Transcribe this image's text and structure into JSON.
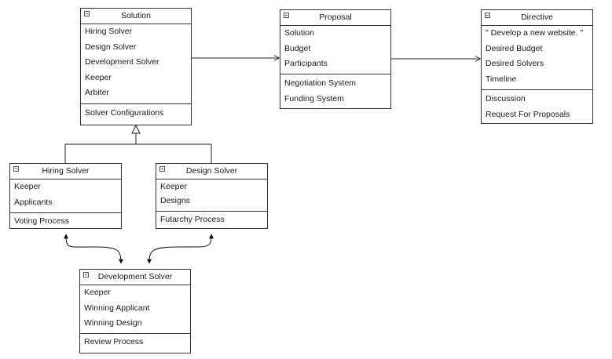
{
  "solution": {
    "title": "Solution",
    "attributes": [
      "Hiring Solver",
      "Design Solver",
      "Development Solver",
      "Keeper",
      "Arbiter"
    ],
    "operations": [
      "Solver Configurations"
    ]
  },
  "proposal": {
    "title": "Proposal",
    "attributes": [
      "Solution",
      "Budget",
      "Participants"
    ],
    "operations": [
      "Negotiation System",
      "Funding System"
    ]
  },
  "directive": {
    "title": "Directive",
    "attributes": [
      "\" Develop a new website. \"",
      "Desired Budget",
      "Desired Solvers",
      "Timeline"
    ],
    "operations": [
      "Discussion",
      "Request For Proposals"
    ]
  },
  "hiring_solver": {
    "title": "Hiring Solver",
    "attributes": [
      "Keeper",
      "Applicants"
    ],
    "operations": [
      "Voting Process"
    ]
  },
  "design_solver": {
    "title": "Design Solver",
    "attributes": [
      "Keeper",
      "Designs"
    ],
    "operations": [
      "Futarchy Process"
    ]
  },
  "development_solver": {
    "title": "Development Solver",
    "attributes": [
      "Keeper",
      "Winning Applicant",
      "Winning Design"
    ],
    "operations": [
      "Review Process"
    ]
  }
}
